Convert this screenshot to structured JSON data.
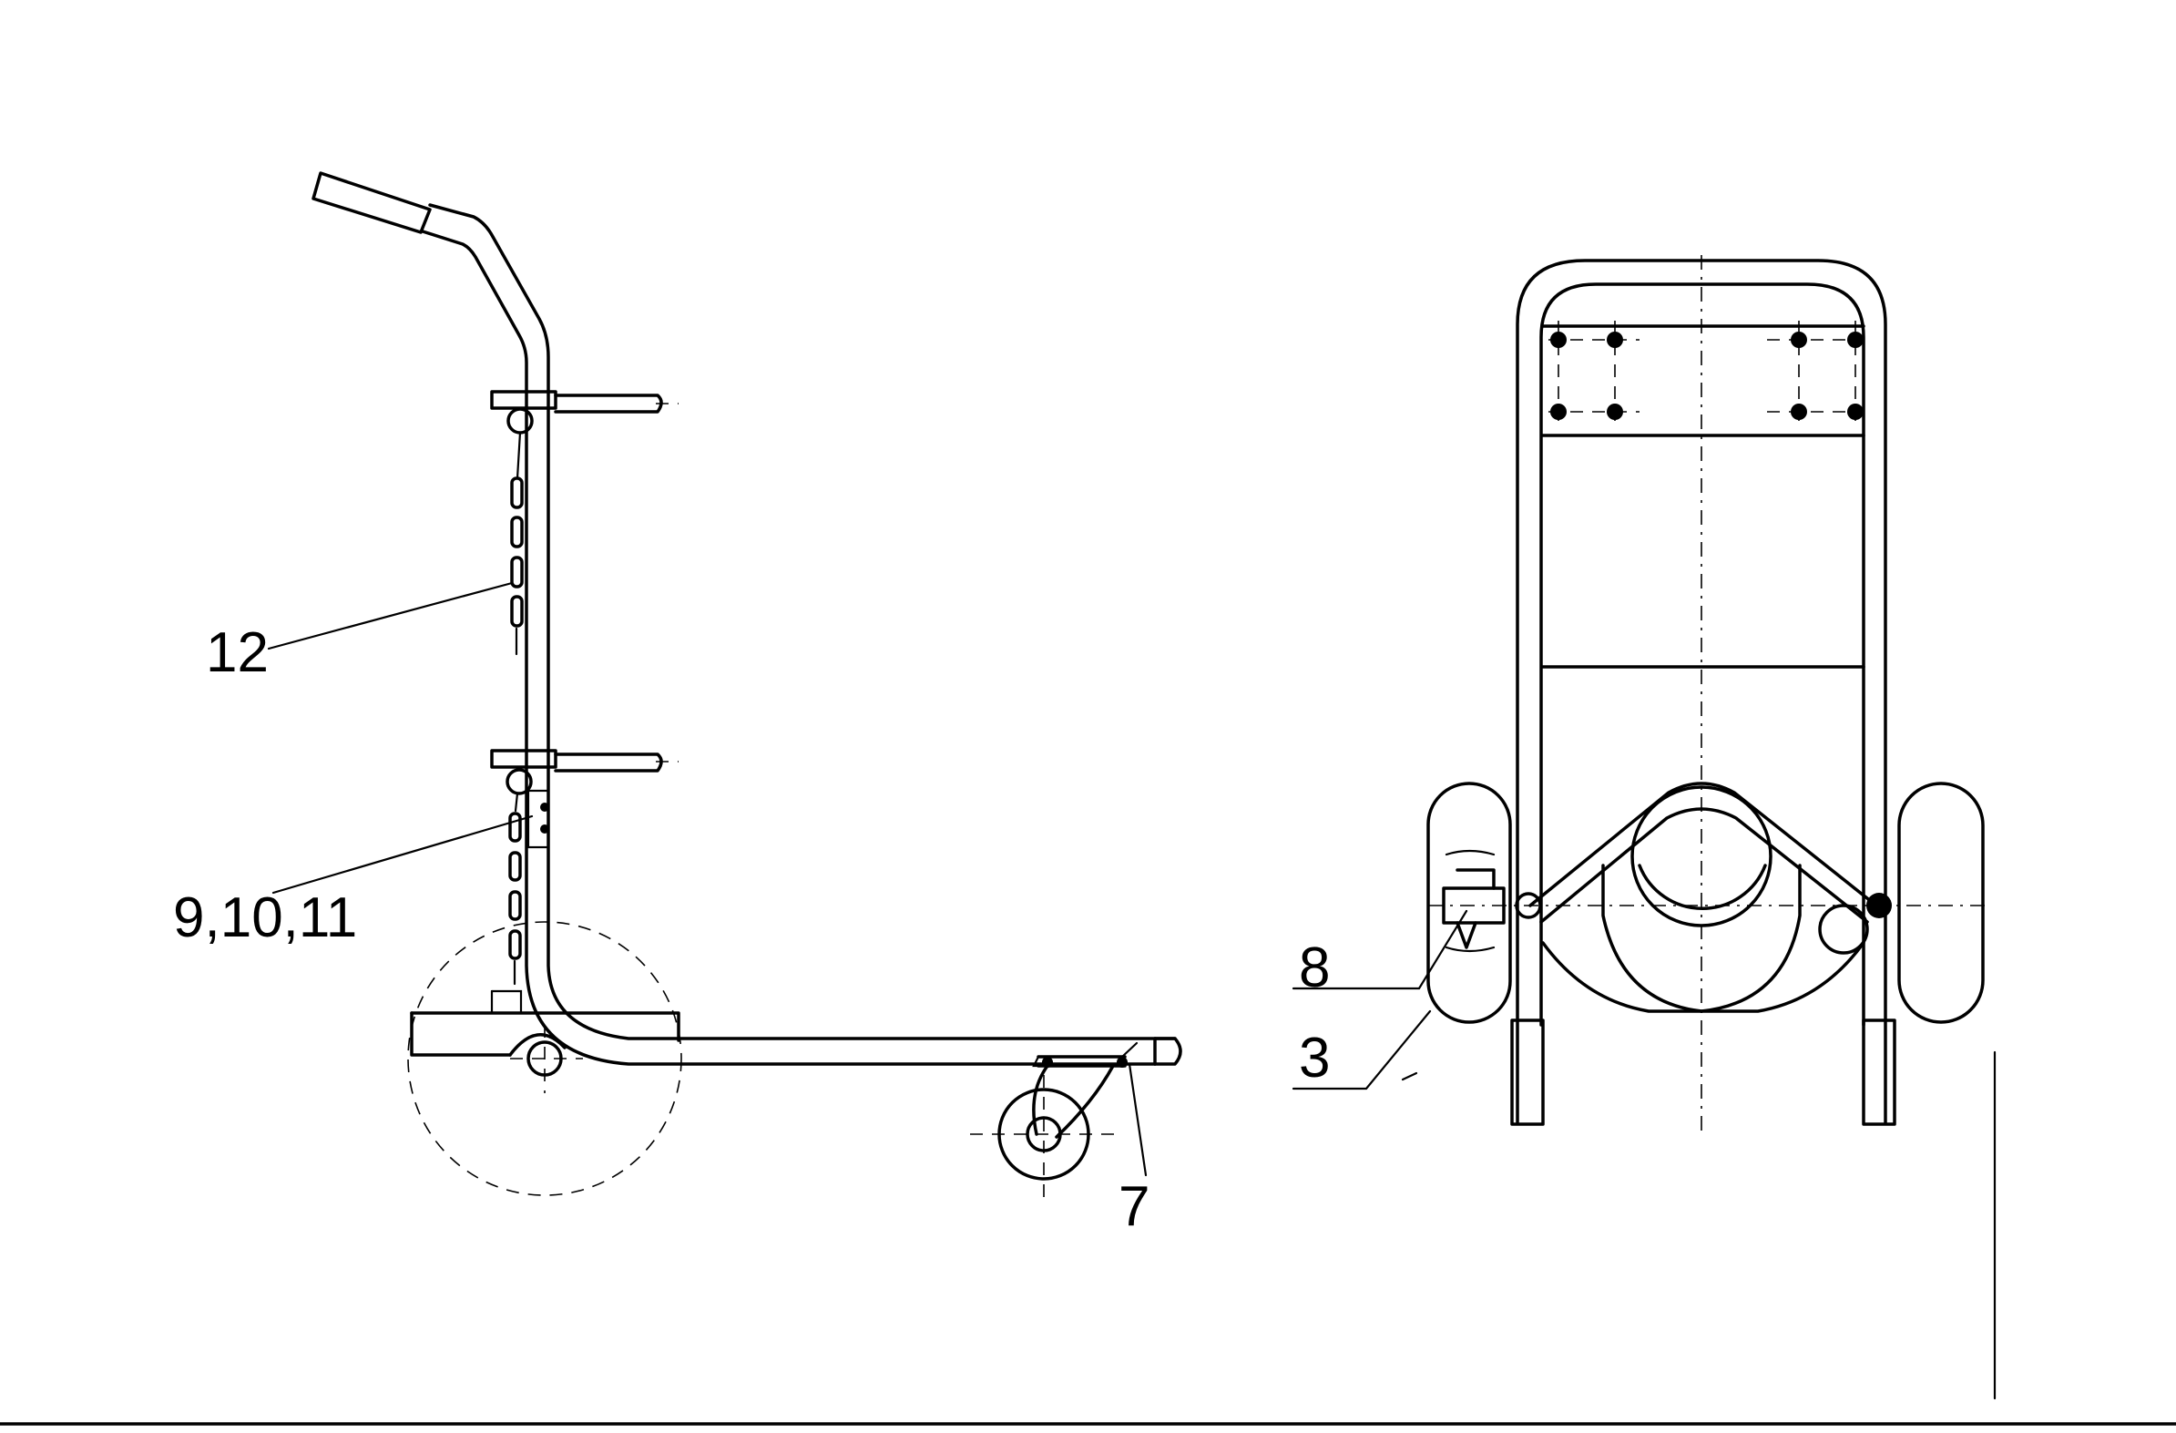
{
  "callouts": {
    "c12": "12",
    "c91011": "9,10,11",
    "c7": "7",
    "c8": "8",
    "c3": "3"
  }
}
